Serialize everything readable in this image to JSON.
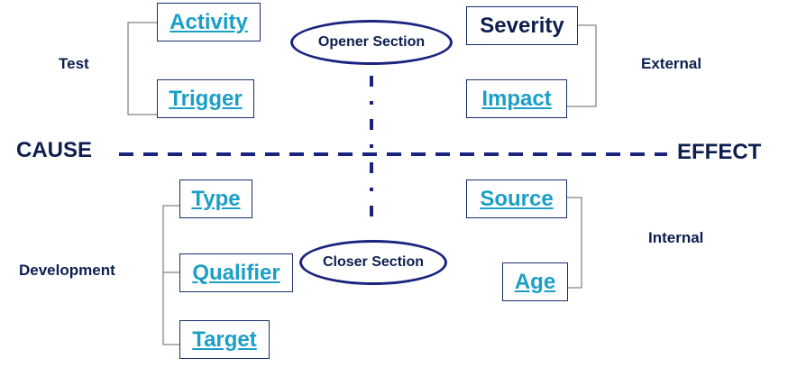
{
  "axis": {
    "cause_label": "CAUSE",
    "effect_label": "EFFECT"
  },
  "sections": {
    "opener": "Opener Section",
    "closer": "Closer Section"
  },
  "groups": {
    "test": "Test",
    "external": "External",
    "development": "Development",
    "internal": "Internal"
  },
  "boxes": {
    "activity": "Activity",
    "trigger": "Trigger",
    "severity": "Severity",
    "impact": "Impact",
    "type": "Type",
    "qualifier": "Qualifier",
    "target": "Target",
    "source": "Source",
    "age": "Age"
  },
  "colors": {
    "link": "#1b9fc6",
    "navy": "#0d1f4f",
    "dash": "#1a237e",
    "bracket": "#666666"
  }
}
